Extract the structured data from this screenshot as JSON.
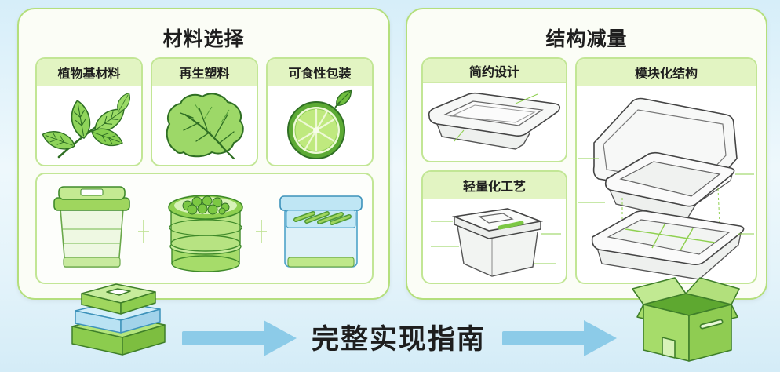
{
  "left_panel": {
    "title": "材料选择",
    "cards": [
      {
        "label": "植物基材料",
        "icon": "leaf-sprig-icon"
      },
      {
        "label": "再生塑料",
        "icon": "lettuce-leaf-icon"
      },
      {
        "label": "可食性包装",
        "icon": "lime-slice-icon"
      }
    ],
    "containers": [
      "green-lidded-container-icon",
      "stacked-bowl-icon",
      "blue-lidded-container-icon"
    ]
  },
  "right_panel": {
    "title": "结构减量",
    "cards": [
      {
        "label": "简约设计",
        "icon": "tray-outline-icon"
      },
      {
        "label": "轻量化工艺",
        "icon": "lightweight-container-icon"
      },
      {
        "label": "模块化结构",
        "icon": "modular-trays-icon"
      }
    ]
  },
  "footer": {
    "label": "完整实现指南",
    "start_icon": "stacked-boxes-icon",
    "end_icon": "open-green-box-icon"
  },
  "colors": {
    "accent_green": "#b4df7c",
    "header_green": "#e2f4c2",
    "arrow_blue": "#8ccbe8",
    "text_dark": "#1e1e1e"
  }
}
